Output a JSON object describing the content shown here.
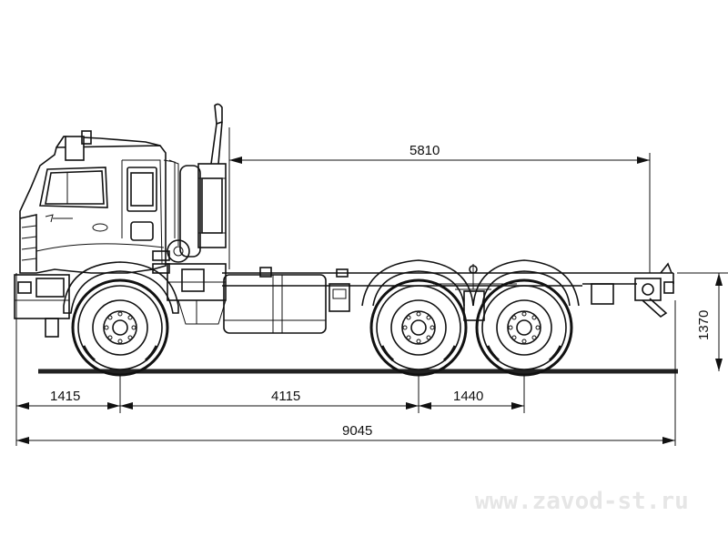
{
  "dimensions": {
    "cargo_length": "5810",
    "front_overhang": "1415",
    "wheelbase_main": "4115",
    "rear_axle_spacing": "1440",
    "overall_length": "9045",
    "frame_height": "1370"
  },
  "watermark": "www.zavod-st.ru",
  "colors": {
    "line": "#111111",
    "ground": "#222222",
    "watermark": "#e6e6e6",
    "background": "#ffffff"
  },
  "vehicle": {
    "type": "6x6 truck chassis",
    "wheels": 3
  }
}
